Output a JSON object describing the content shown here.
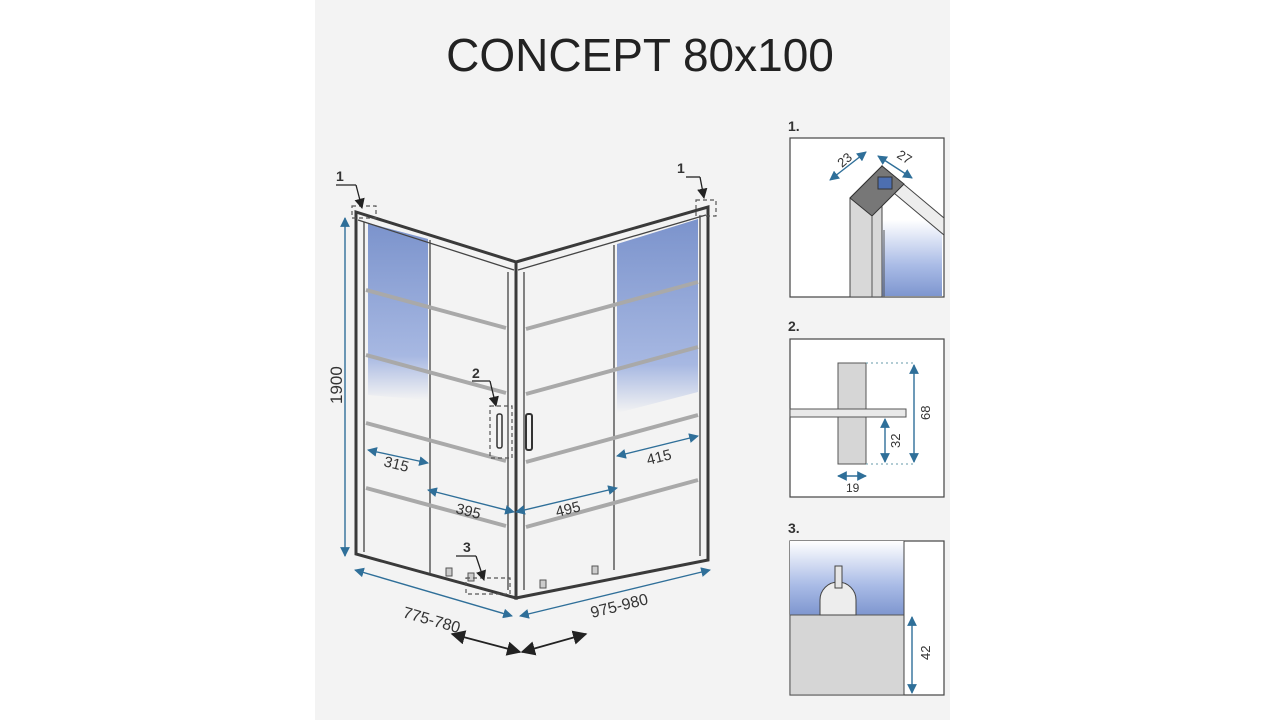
{
  "title": "CONCEPT 80x100",
  "diagram": {
    "callouts": [
      "1",
      "1",
      "2",
      "3"
    ],
    "dimensions": {
      "height": "1900",
      "width_left": "775-780",
      "width_right": "975-980",
      "left_fixed": "315",
      "right_fixed": "415",
      "left_door": "395",
      "right_door": "495"
    }
  },
  "details": [
    {
      "number": "1.",
      "labels": [
        "23",
        "27"
      ]
    },
    {
      "number": "2.",
      "labels": [
        "68",
        "32",
        "19"
      ]
    },
    {
      "number": "3.",
      "labels": [
        "42"
      ]
    }
  ],
  "colors": {
    "glass": "#7b93cc",
    "dimension": "#2f6f99",
    "background": "#f3f3f3"
  }
}
